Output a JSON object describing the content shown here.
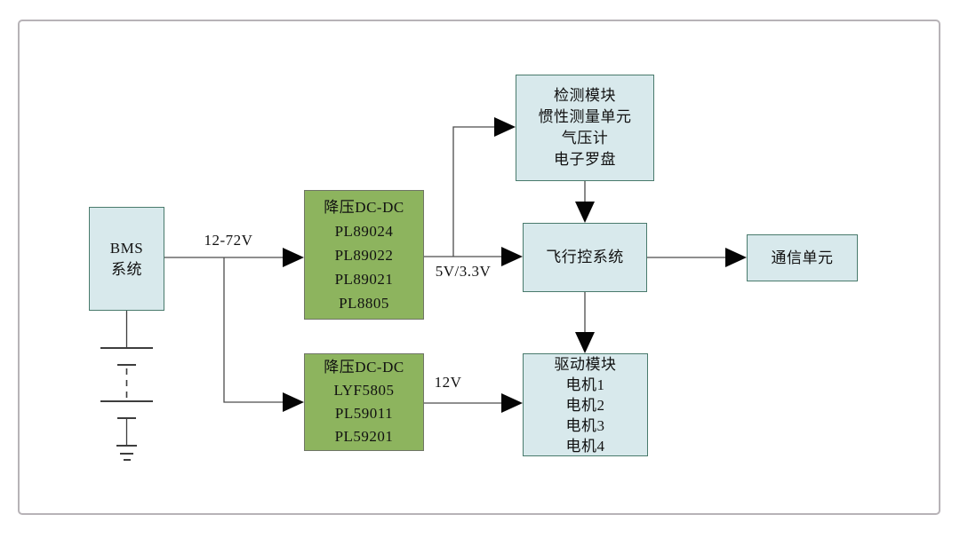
{
  "nodes": {
    "bms": {
      "lines": [
        "BMS",
        "系统"
      ]
    },
    "buck_dcdc_1": {
      "lines": [
        "降压DC-DC",
        "PL89024",
        "PL89022",
        "PL89021",
        "PL8805"
      ]
    },
    "buck_dcdc_2": {
      "lines": [
        "降压DC-DC",
        "LYF5805",
        "PL59011",
        "PL59201"
      ]
    },
    "sensor_module": {
      "lines": [
        "检测模块",
        "惯性测量单元",
        "气压计",
        "电子罗盘"
      ]
    },
    "flight_control": {
      "lines": [
        "飞行控系统"
      ]
    },
    "comm_unit": {
      "lines": [
        "通信单元"
      ]
    },
    "drive_module": {
      "lines": [
        "驱动模块",
        "电机1",
        "电机2",
        "电机3",
        "电机4"
      ]
    }
  },
  "connections": [
    {
      "from": "bms",
      "to": "buck_dcdc_1",
      "label": "12-72V"
    },
    {
      "from": "bms",
      "to": "buck_dcdc_2",
      "label": ""
    },
    {
      "from": "buck_dcdc_1",
      "to": "flight_control",
      "label": "5V/3.3V"
    },
    {
      "from": "buck_dcdc_1",
      "to": "sensor_module",
      "label": ""
    },
    {
      "from": "sensor_module",
      "to": "flight_control",
      "label": ""
    },
    {
      "from": "flight_control",
      "to": "comm_unit",
      "label": ""
    },
    {
      "from": "flight_control",
      "to": "drive_module",
      "label": ""
    },
    {
      "from": "buck_dcdc_2",
      "to": "drive_module",
      "label": "12V"
    },
    {
      "from": "bms",
      "to": "battery-ground",
      "label": ""
    }
  ],
  "colors": {
    "blue_node_fill": "#d8e9ec",
    "blue_node_border": "#497a6c",
    "green_node_fill": "#8db45e",
    "green_node_border": "#6f7566",
    "wire": "#4c4c4c",
    "arrowhead": "#000000",
    "frame_border": "#b7b3b7",
    "background": "#ffffff"
  }
}
